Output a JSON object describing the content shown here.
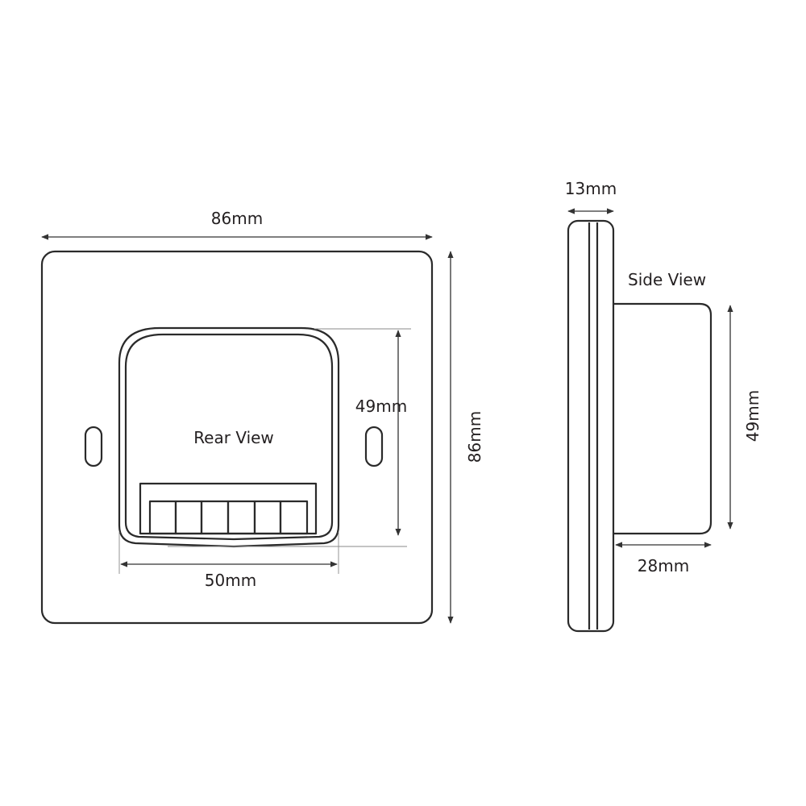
{
  "rear_view": {
    "title": "Rear View",
    "width_label": "86mm",
    "height_label": "86mm",
    "module_height_label": "49mm",
    "module_width_label": "50mm",
    "terminal_count": 6
  },
  "side_view": {
    "title": "Side View",
    "thickness_label": "13mm",
    "module_height_label": "49mm",
    "module_depth_label": "28mm"
  },
  "colors": {
    "line": "#2a2a2a",
    "text": "#231f20",
    "background": "#ffffff"
  }
}
